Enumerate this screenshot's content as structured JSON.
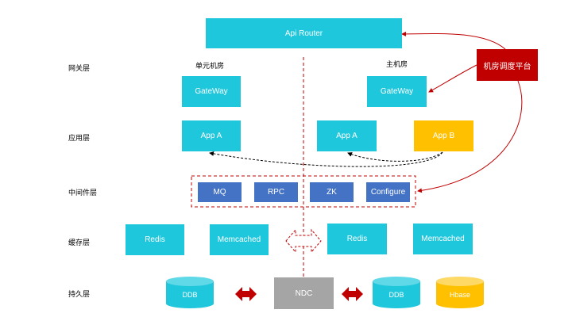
{
  "layers": {
    "gateway": "网关层",
    "app": "应用层",
    "middleware": "中间件层",
    "cache": "缓存层",
    "persist": "持久层"
  },
  "rooms": {
    "unit": "单元机房",
    "main": "主机房"
  },
  "api_router": "Api Router",
  "scheduler": "机房调度平台",
  "gateway": {
    "left": "GateWay",
    "right": "GateWay"
  },
  "apps": {
    "left_a": "App A",
    "right_a": "App A",
    "right_b": "App B"
  },
  "middleware": {
    "mq": "MQ",
    "rpc": "RPC",
    "zk": "ZK",
    "configure": "Configure"
  },
  "cache": {
    "redis_left": "Redis",
    "memcached_left": "Memcached",
    "redis_right": "Redis",
    "memcached_right": "Memcached"
  },
  "storage": {
    "ddb_left": "DDB",
    "ndc": "NDC",
    "ddb_right": "DDB",
    "hbase": "Hbase"
  },
  "colors": {
    "cyan": "#1fc7dc",
    "blue": "#4472c4",
    "yellow": "#ffc000",
    "gray": "#a5a5a5",
    "red": "#c00000"
  }
}
